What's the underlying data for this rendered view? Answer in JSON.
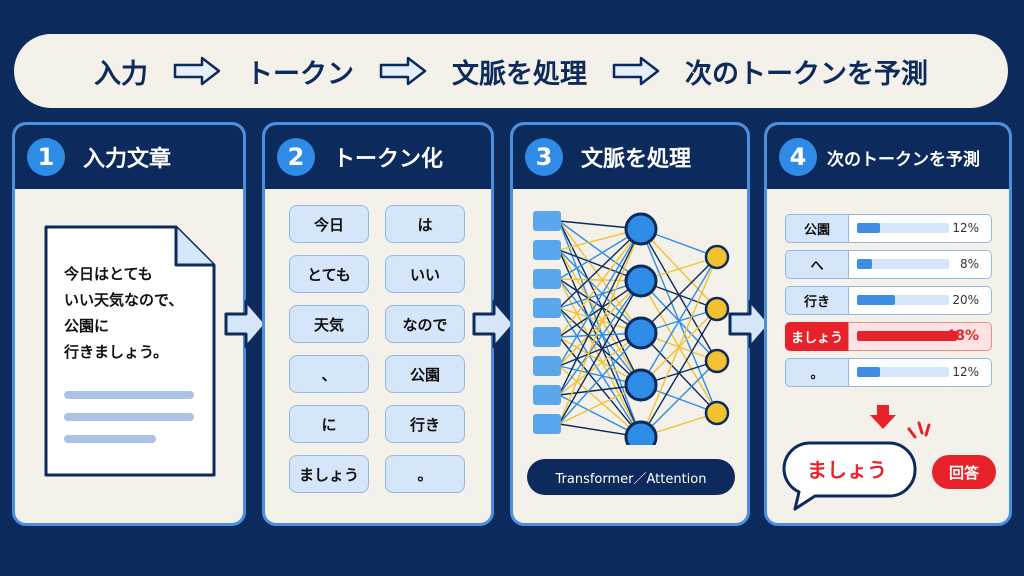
{
  "pipeline": [
    "入力",
    "トークン",
    "文脈を処理",
    "次のトークンを予測"
  ],
  "panels": [
    {
      "num": "1",
      "title": "入力文章"
    },
    {
      "num": "2",
      "title": "トークン化"
    },
    {
      "num": "3",
      "title": "文脈を処理"
    },
    {
      "num": "4",
      "title": "次のトークンを予測"
    }
  ],
  "input_text": [
    "今日はとても",
    "いい天気なので、",
    "公園に",
    "行きましょう。"
  ],
  "tokens": [
    "今日",
    "は",
    "とても",
    "いい",
    "天気",
    "なので",
    "、",
    "公園",
    "に",
    "行き",
    "ましょう",
    "。"
  ],
  "network_label": "Transformer／Attention",
  "predictions": [
    {
      "token": "公園",
      "percent": "12%",
      "value": 12
    },
    {
      "token": "へ",
      "percent": "8%",
      "value": 8
    },
    {
      "token": "行き",
      "percent": "20%",
      "value": 20
    },
    {
      "token": "ましょう",
      "percent": "48%",
      "value": 48,
      "highlight": true
    },
    {
      "token": "。",
      "percent": "12%",
      "value": 12
    }
  ],
  "answer": "ましょう",
  "answer_badge": "回答",
  "colors": {
    "navy": "#0d2a5c",
    "blue": "#2e8ce6",
    "red": "#e8222a",
    "yellow": "#f2c12e"
  }
}
